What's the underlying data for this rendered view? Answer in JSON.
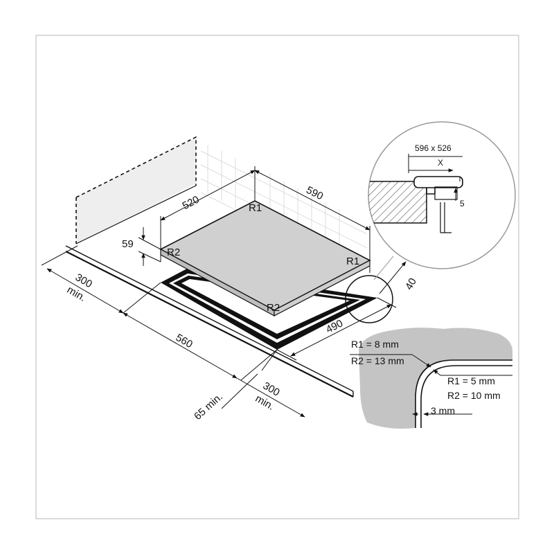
{
  "hob": {
    "width": "590",
    "depth": "520",
    "height": "59",
    "corner_radius_1": "R1",
    "corner_radius_2": "R2"
  },
  "cutout": {
    "width": "560",
    "depth": "490",
    "front_clearance": "40"
  },
  "clearances": {
    "left_wall": "300",
    "left_wall_min": "min.",
    "front_edge": "65 min.",
    "right_wall": "300",
    "right_wall_min": "min."
  },
  "detail_section": {
    "opening": "596 x 526",
    "x_marker": "X",
    "depth": "5"
  },
  "detail_corner": {
    "outer_r1": "R1 = 8 mm",
    "outer_r2": "R2 = 13 mm",
    "inner_r1": "R1 = 5 mm",
    "inner_r2": "R2 = 10 mm",
    "gap": "3 mm"
  }
}
